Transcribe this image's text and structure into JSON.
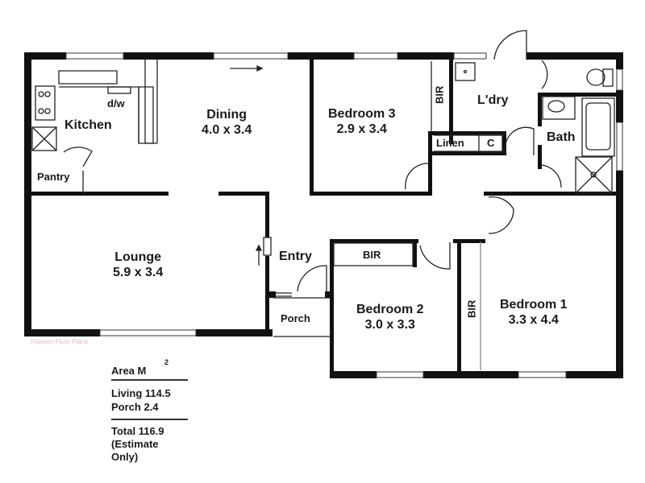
{
  "floor_plan": {
    "rooms": [
      {
        "id": "kitchen",
        "name": "Kitchen",
        "dimensions": ""
      },
      {
        "id": "dining",
        "name": "Dining",
        "dimensions": "4.0 x 3.4"
      },
      {
        "id": "bedroom3",
        "name": "Bedroom 3",
        "dimensions": "2.9 x 3.4"
      },
      {
        "id": "laundry",
        "name": "L'dry",
        "dimensions": ""
      },
      {
        "id": "bath",
        "name": "Bath",
        "dimensions": ""
      },
      {
        "id": "lounge",
        "name": "Lounge",
        "dimensions": "5.9 x 3.4"
      },
      {
        "id": "entry",
        "name": "Entry",
        "dimensions": ""
      },
      {
        "id": "porch",
        "name": "Porch",
        "dimensions": ""
      },
      {
        "id": "bedroom2",
        "name": "Bedroom 2",
        "dimensions": "3.0 x 3.3"
      },
      {
        "id": "bedroom1",
        "name": "Bedroom 1",
        "dimensions": "3.3 x 4.4"
      }
    ],
    "fixtures": {
      "dishwasher": "d/w",
      "pantry": "Pantry",
      "bir_bedroom3": "BIR",
      "bir_bedroom2": "BIR",
      "bir_bedroom1": "BIR",
      "linen": "Linen",
      "cupboard": "C"
    },
    "watermark": "Fixarion Floor Plans"
  },
  "area_summary": {
    "title": "Area M",
    "title_superscript": "2",
    "living": "Living 114.5",
    "porch": "Porch 2.4",
    "total": "Total 116.9",
    "note": "(Estimate Only)"
  },
  "colors": {
    "wall": "#111111",
    "line": "#222222",
    "window": "#ffffff",
    "watermark": "#e7b7bd",
    "background": "#ffffff"
  }
}
